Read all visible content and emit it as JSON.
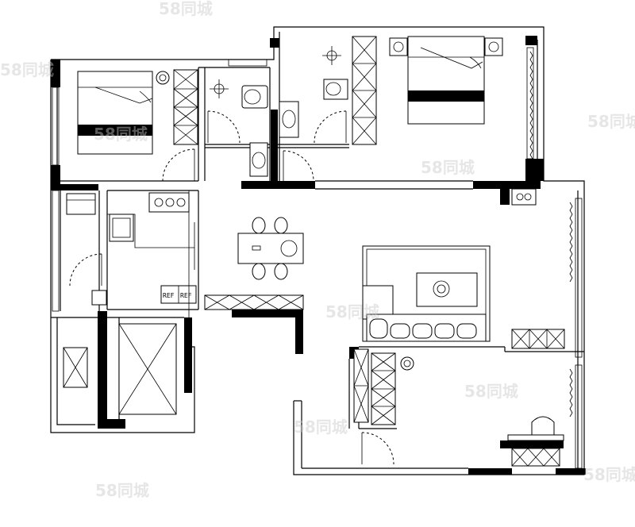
{
  "plan": {
    "appliance_labels": [
      "REF",
      "REF"
    ],
    "watermark": "58同城"
  }
}
